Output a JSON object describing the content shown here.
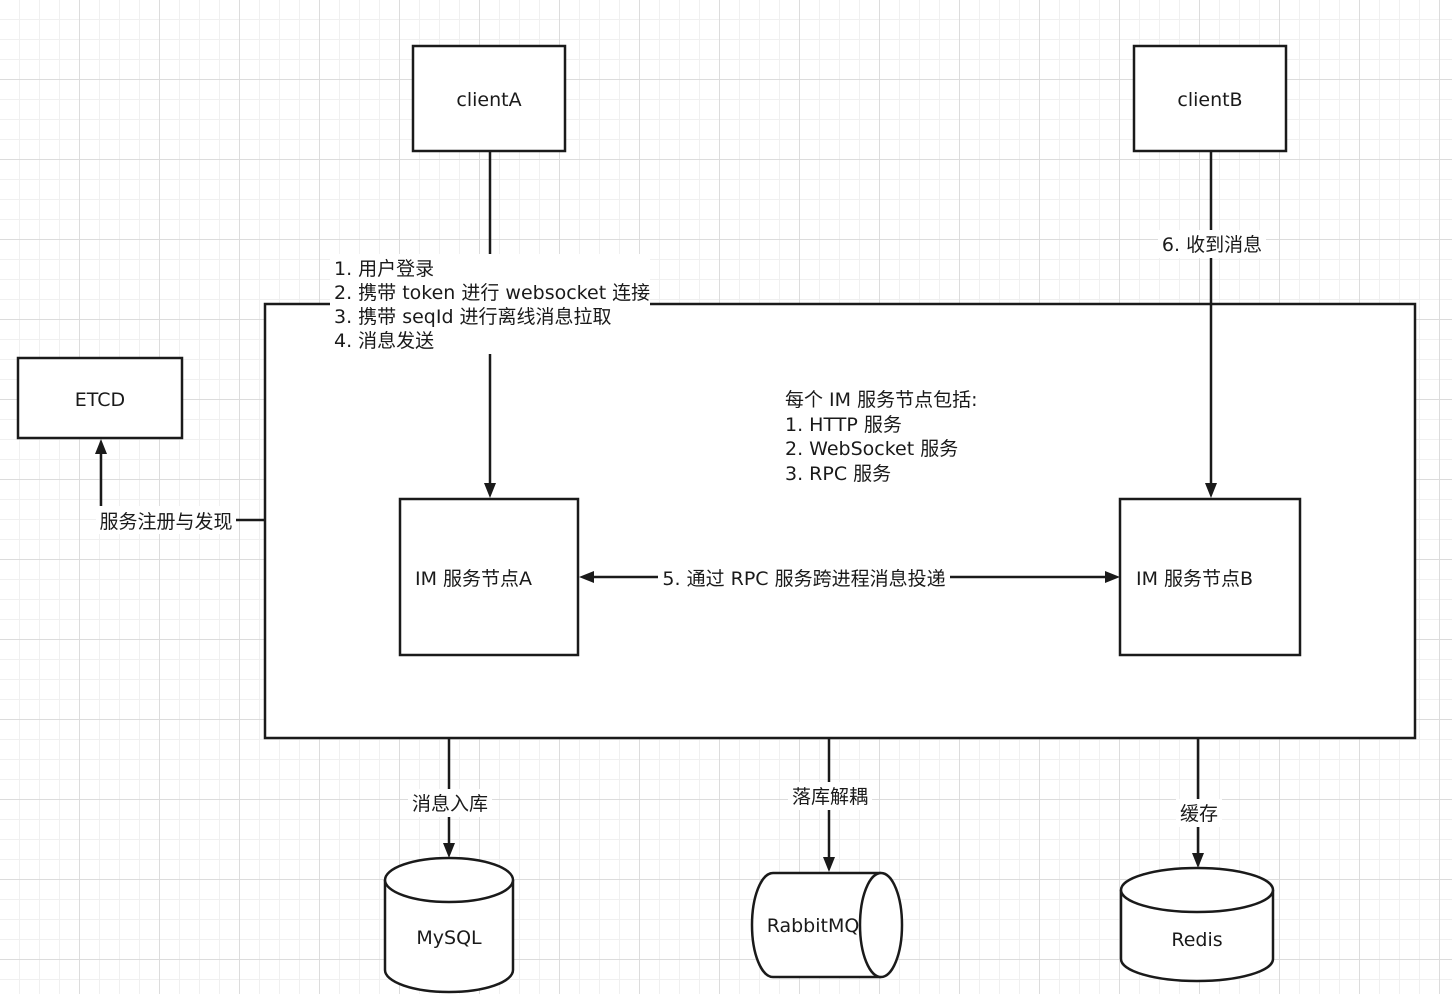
{
  "nodes": {
    "clientA": "clientA",
    "clientB": "clientB",
    "etcd": "ETCD",
    "im_node_a": "IM 服务节点A",
    "im_node_b": "IM 服务节点B",
    "mysql": "MySQL",
    "rabbitmq": "RabbitMQ",
    "redis": "Redis"
  },
  "im_cluster_note": {
    "lines": [
      "每个 IM 服务节点包括:",
      "1. HTTP 服务",
      "2. WebSocket 服务",
      "3. RPC 服务"
    ]
  },
  "edges": {
    "clientA_to_node_a": [
      "1. 用户登录",
      "2. 携带 token 进行 websocket 连接",
      "3. 携带 seqId 进行离线消息拉取",
      "4. 消息发送"
    ],
    "clientB_to_node_b": "6. 收到消息",
    "node_a_to_node_b": "5. 通过 RPC 服务跨进程消息投递",
    "cluster_to_etcd": "服务注册与发现",
    "cluster_to_mysql": "消息入库",
    "cluster_to_rabbitmq": "落库解耦",
    "cluster_to_redis": "缓存"
  }
}
